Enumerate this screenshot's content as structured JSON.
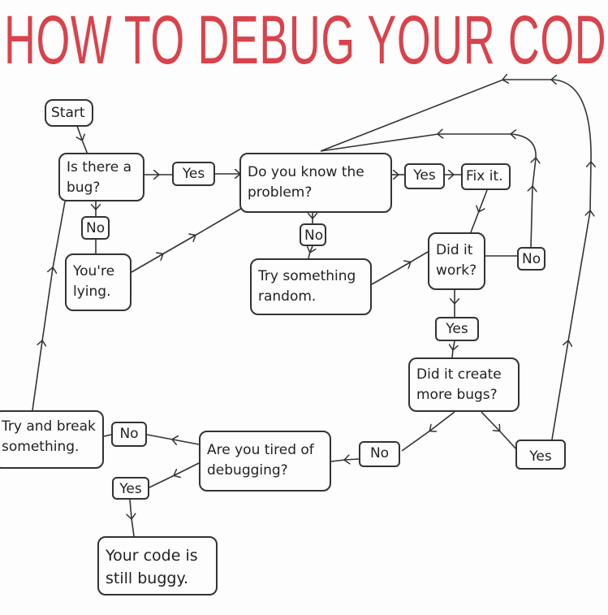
{
  "title": "HOW TO DEBUG YOUR CODE",
  "title_color": "#d8434c",
  "nodes": {
    "start": "Start",
    "is_bug": "Is there a\nbug?",
    "know_problem": "Do you know the\nproblem?",
    "fix_it": "Fix it.",
    "lying": "You're\nlying.",
    "try_random": "Try something\nrandom.",
    "did_work": "Did it\nwork?",
    "more_bugs": "Did it create\nmore bugs?",
    "tired": "Are you tired of\ndebugging?",
    "break": "Try and break\nsomething.",
    "still_buggy": "Your code is\nstill buggy."
  },
  "labels": {
    "yes_bug": "Yes",
    "no_bug": "No",
    "yes_know": "Yes",
    "no_know": "No",
    "no_work": "No",
    "yes_work": "Yes",
    "yes_more": "Yes",
    "no_more": "No",
    "no_tired": "No",
    "yes_tired": "Yes"
  }
}
